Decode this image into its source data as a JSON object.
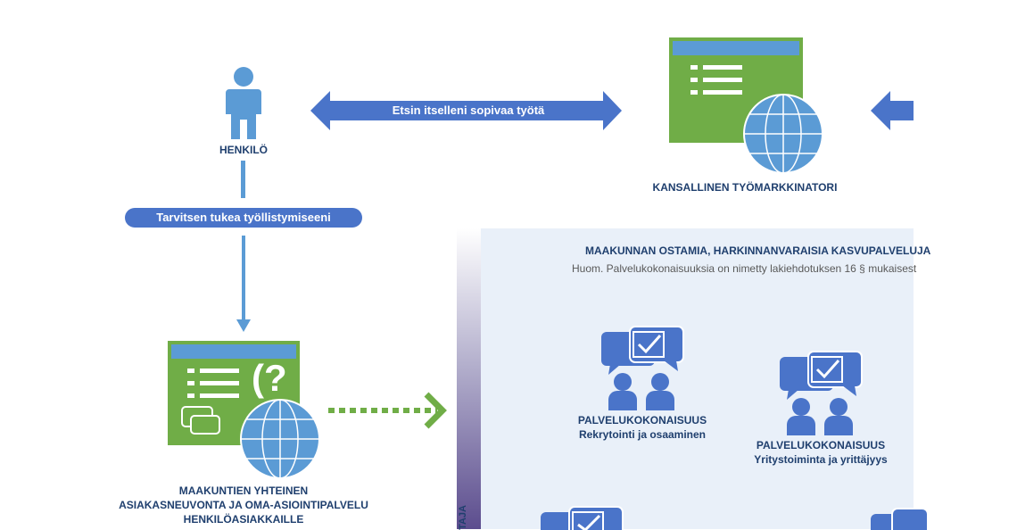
{
  "person": {
    "label": "HENKILÖ",
    "icon": "person-icon"
  },
  "exchange_arrow": {
    "label": "Etsin itselleni sopivaa työtä"
  },
  "marketplace": {
    "label": "KANSALLINEN TYÖMARKKINATORI",
    "icon": "web-window-globe-icon"
  },
  "need_support": {
    "label": "Tarvitsen tukea työllistymiseeni"
  },
  "advisory": {
    "lines": [
      "MAAKUNTIEN YHTEINEN",
      "ASIAKASNEUVONTA JA OMA-ASIOINTIPALVELU",
      "HENKILÖASIAKKAILLE"
    ],
    "icon": "web-window-phone-chat-globe-icon"
  },
  "panel": {
    "title": "MAAKUNNAN OSTAMIA, HARKINNANVARAISIA KASVUPALVELUJA",
    "note": "Huom. Palvelukokonaisuuksia on nimetty lakiehdotuksen 16 § mukaisest",
    "side_label": "TAJA",
    "services": [
      {
        "title": "PALVELUKOKONAISUUS",
        "subtitle": "Rekrytointi ja osaaminen"
      },
      {
        "title": "PALVELUKOKONAISUUS",
        "subtitle": "Yritystoiminta ja yrittäjyys"
      }
    ]
  },
  "colors": {
    "accent_blue": "#4a74c9",
    "light_blue": "#5b9bd5",
    "green": "#70ad47",
    "panel_bg": "#e9f0f9",
    "text_dark": "#1f3f6e"
  }
}
